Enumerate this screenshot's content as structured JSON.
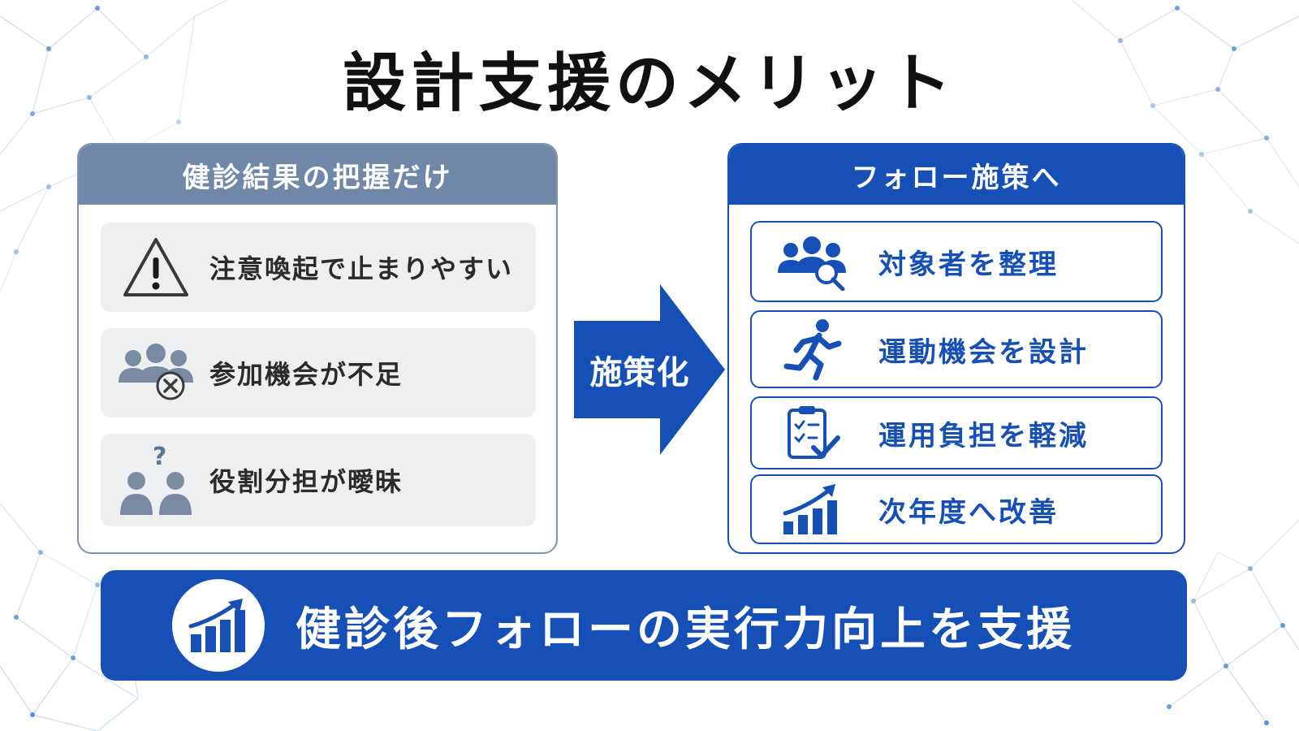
{
  "title": "設計支援のメリット",
  "left_panel": {
    "header": "健診結果の把握だけ",
    "items": [
      {
        "icon": "warning-icon",
        "label": "注意喚起で止まりやすい"
      },
      {
        "icon": "group-cancel-icon",
        "label": "参加機会が不足"
      },
      {
        "icon": "people-question-icon",
        "label": "役割分担が曖昧"
      }
    ]
  },
  "arrow": {
    "label": "施策化"
  },
  "right_panel": {
    "header": "フォロー施策へ",
    "items": [
      {
        "icon": "group-search-icon",
        "label": "対象者を整理"
      },
      {
        "icon": "running-person-icon",
        "label": "運動機会を設計"
      },
      {
        "icon": "clipboard-check-icon",
        "label": "運用負担を軽減"
      },
      {
        "icon": "growth-chart-icon",
        "label": "次年度へ改善"
      }
    ]
  },
  "banner": {
    "icon": "growth-chart-icon",
    "text": "健診後フォローの実行力向上を支援"
  },
  "colors": {
    "primary": "#1650b7",
    "muted": "#7088a8",
    "item_bg": "#eeeff1",
    "icon_gray": "#7a8aa3"
  }
}
